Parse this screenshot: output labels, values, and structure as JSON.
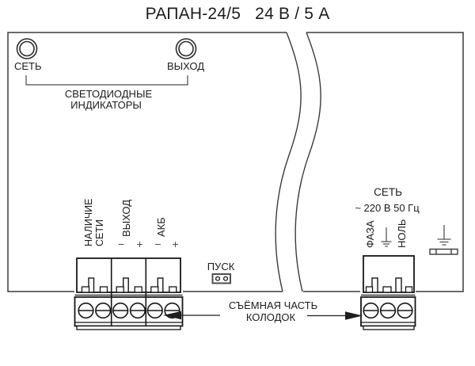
{
  "title": "РАПАН-24/5   24 В / 5 А",
  "leds": {
    "net_label": "СЕТЬ",
    "output_label": "ВЫХОД",
    "caption_line1": "СВЕТОДИОДНЫЕ",
    "caption_line2": "ИНДИКАТОРЫ"
  },
  "terminals_left": {
    "ch1_line1": "НАЛИЧИЕ",
    "ch1_line2": "СЕТИ",
    "ch2_label": "ВЫХОД",
    "ch3_label": "АКБ",
    "minus": "−",
    "plus": "+"
  },
  "jumper": {
    "label": "ПУСК"
  },
  "mains": {
    "label": "СЕТЬ",
    "rating": "~ 220 В 50 Гц",
    "phase_label": "ФАЗА",
    "neutral_label": "НОЛЬ"
  },
  "removable_note": {
    "line1": "СЪЁМНАЯ ЧАСТЬ",
    "line2": "КОЛОДОК"
  },
  "colors": {
    "line": "#2b2b2b",
    "background": "#ffffff"
  }
}
